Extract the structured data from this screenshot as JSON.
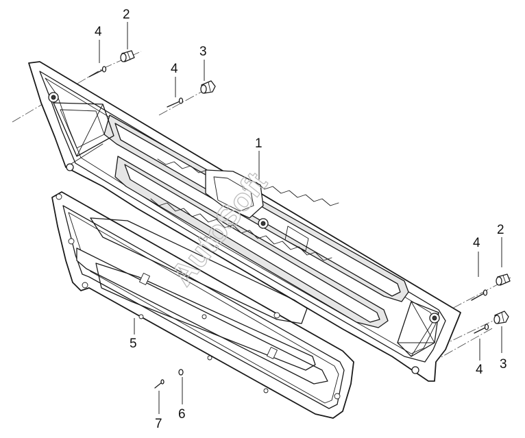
{
  "diagram": {
    "callouts": {
      "part_1": "1",
      "part_2_top": "2",
      "part_2_right": "2",
      "part_3_top": "3",
      "part_3_right": "3",
      "part_4_top_left": "4",
      "part_4_top_mid": "4",
      "part_4_right_upper": "4",
      "part_4_right_lower": "4",
      "part_5": "5",
      "part_6": "6",
      "part_7": "7"
    },
    "watermark": "AutoSoft"
  }
}
